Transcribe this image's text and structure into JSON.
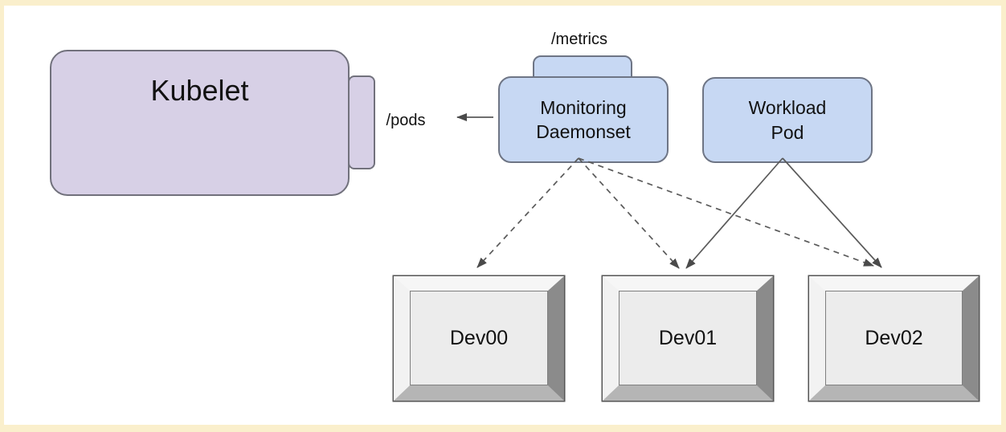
{
  "diagram": {
    "nodes": {
      "kubelet": {
        "label": "Kubelet"
      },
      "monitoring_daemonset": {
        "line1": "Monitoring",
        "line2": "Daemonset"
      },
      "workload_pod": {
        "line1": "Workload",
        "line2": "Pod"
      },
      "devices": [
        {
          "label": "Dev00"
        },
        {
          "label": "Dev01"
        },
        {
          "label": "Dev02"
        }
      ]
    },
    "endpoints": {
      "pods": "/pods",
      "metrics": "/metrics"
    },
    "connections": [
      {
        "from": "monitoring_daemonset",
        "to": "kubelet",
        "via": "/pods",
        "style": "solid-arrow"
      },
      {
        "from": "monitoring_daemonset",
        "to": "dev00",
        "style": "dashed-arrow"
      },
      {
        "from": "monitoring_daemonset",
        "to": "dev01",
        "style": "dashed-arrow"
      },
      {
        "from": "monitoring_daemonset",
        "to": "dev02",
        "style": "dashed-arrow"
      },
      {
        "from": "workload_pod",
        "to": "dev01",
        "style": "solid-arrow"
      },
      {
        "from": "workload_pod",
        "to": "dev02",
        "style": "solid-arrow"
      }
    ],
    "colors": {
      "frame_border": "#faefcc",
      "kubelet_fill": "#d7d0e6",
      "pod_fill": "#c7d8f3",
      "device_face": "#ececec",
      "arrow": "#5a5a5a"
    }
  }
}
